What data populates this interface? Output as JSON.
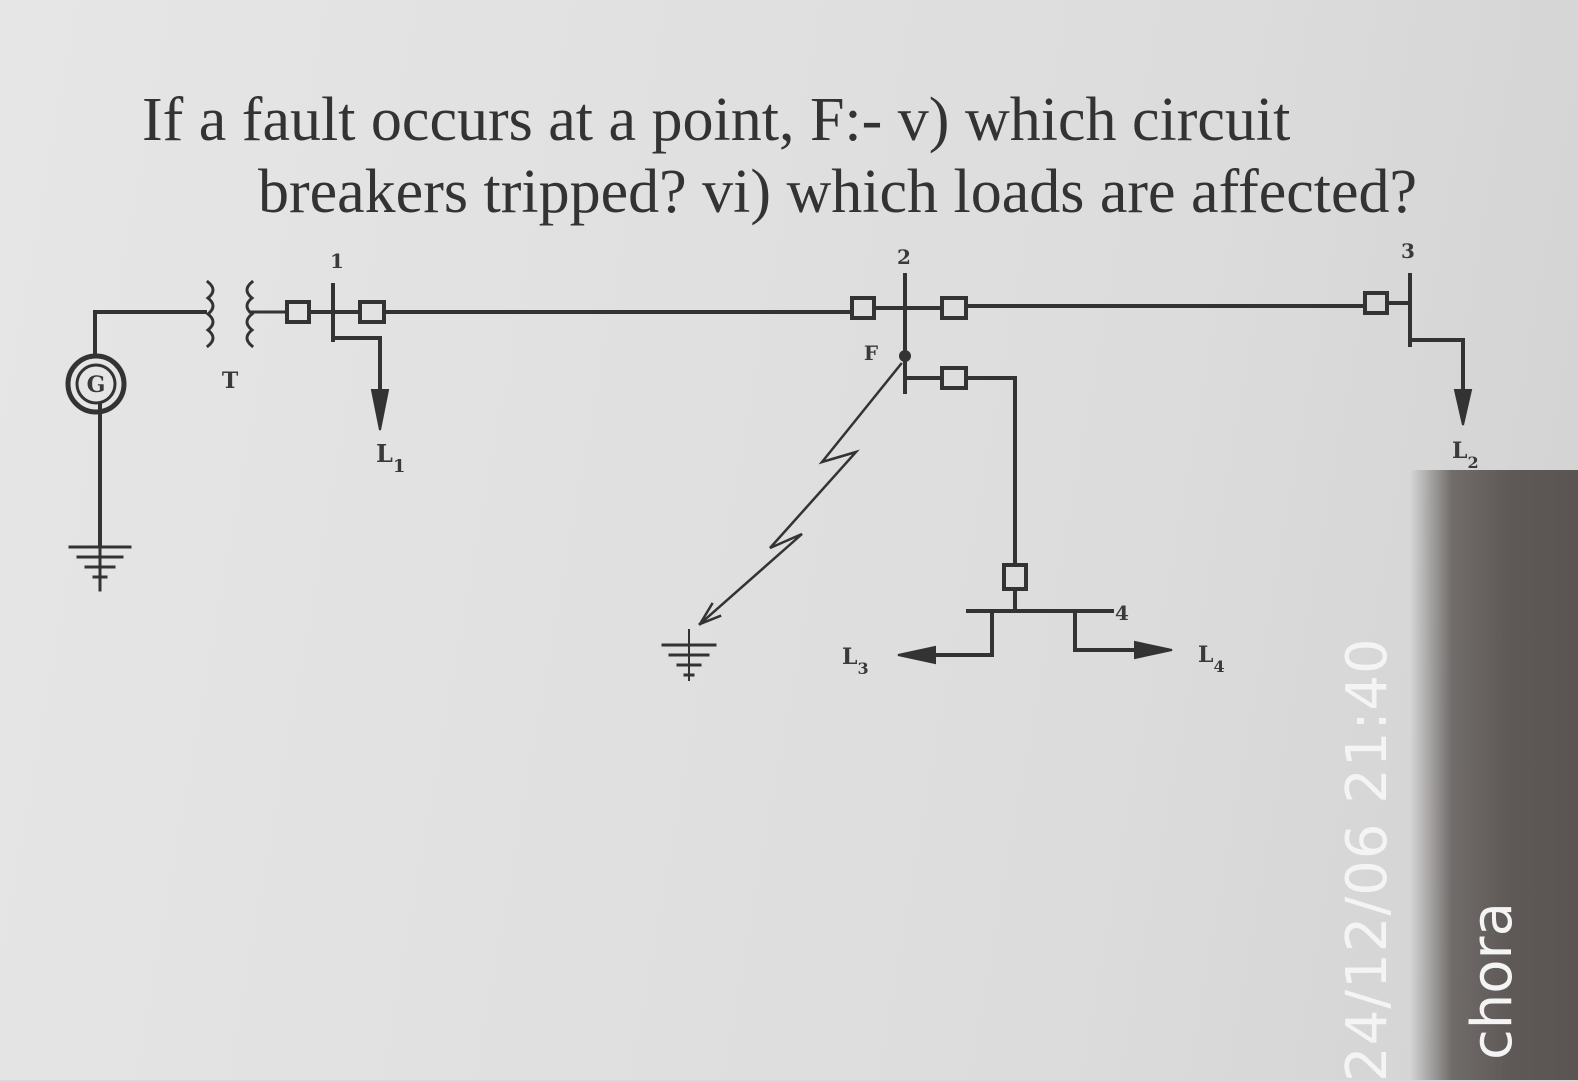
{
  "question": {
    "line1": "If a fault occurs at a point, F:- v) which circuit",
    "line2": "breakers tripped? vi) which loads are affected?"
  },
  "diagram": {
    "generator_label": "G",
    "transformer_label": "T",
    "bus_labels": [
      "1",
      "2",
      "3",
      "4"
    ],
    "fault_label": "F",
    "load_labels": {
      "L1": {
        "letter": "L",
        "sub": "1"
      },
      "L2": {
        "letter": "L",
        "sub": "2"
      },
      "L3": {
        "letter": "L",
        "sub": "3"
      },
      "L4": {
        "letter": "L",
        "sub": "4"
      }
    }
  },
  "watermark": {
    "datetime": "24/12/06 21:40",
    "name": "chora"
  },
  "colors": {
    "ink": "#333333",
    "paper": "#e2e2e2",
    "stamp_text": "#f4f4f4"
  }
}
